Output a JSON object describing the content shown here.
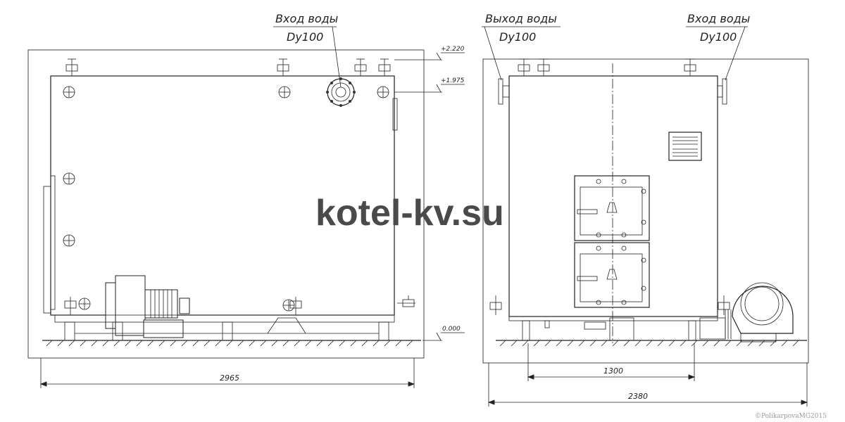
{
  "labels": {
    "side_inlet_line1": "Вход воды",
    "side_inlet_line2": "Dy100",
    "front_outlet_line1": "Выход воды",
    "front_outlet_line2": "Dy100",
    "front_inlet_line1": "Вход воды",
    "front_inlet_line2": "Dy100"
  },
  "levels": {
    "top": "+2.220",
    "middle": "+1.975",
    "ground": "0.000"
  },
  "dimensions": {
    "side_length": "2965",
    "front_base": "1300",
    "front_width": "2380"
  },
  "watermark": "kotel-kv.su",
  "copyright": "©PolikarpovaMG2015",
  "colors": {
    "line": "#222222",
    "watermark": "#4a4a4a",
    "copyright": "#999999"
  }
}
